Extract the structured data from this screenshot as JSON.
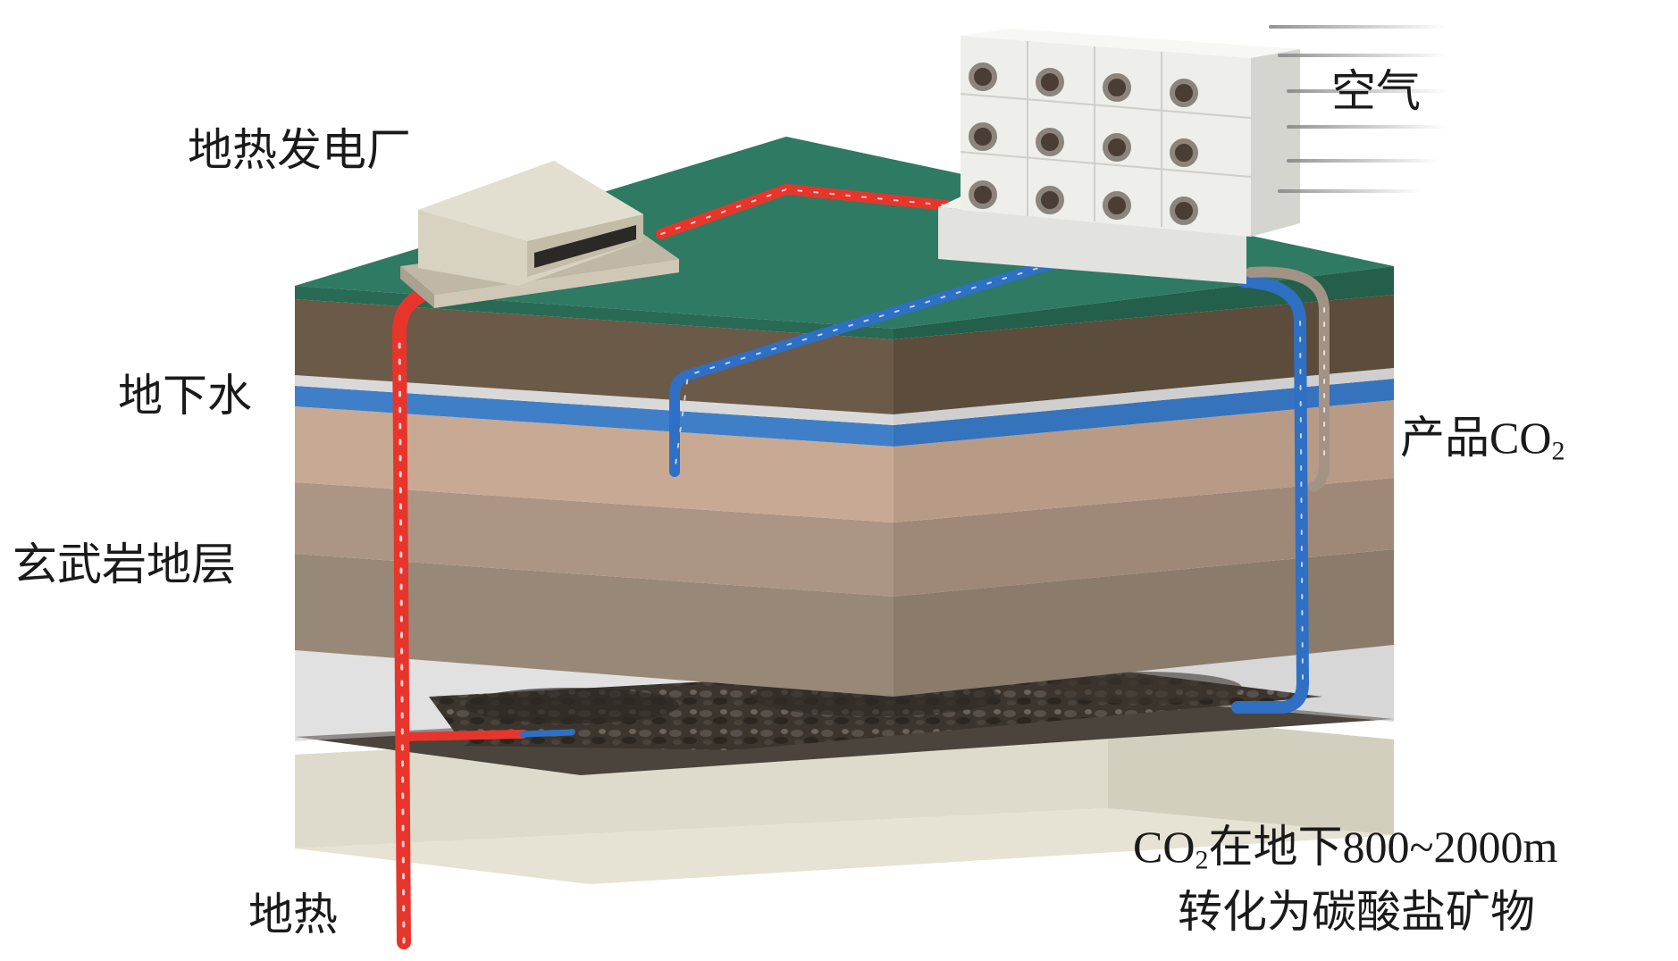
{
  "labels": {
    "plant": "地热发电厂",
    "air": "空气",
    "groundwater": "地下水",
    "product_co2_prefix": "产品CO",
    "product_co2_sub": "2",
    "basalt": "玄武岩地层",
    "geothermal": "地热",
    "mineral_co": "CO",
    "mineral_sub": "2",
    "mineral_rest": "在地下800~2000m",
    "mineral_line2": "转化为碳酸盐矿物"
  },
  "colors": {
    "hot_pipe": "#e8352c",
    "cold_pipe": "#2f6fc4",
    "product_pipe": "#a39385",
    "surface": "#2f7a62",
    "soil": "#6b5a48",
    "groundwater_band": "#3f7fc8",
    "basalt_light": "#c8a993",
    "basalt_mid": "#ad9585",
    "basalt_dark": "#978877",
    "rock_base": "#dedbcc"
  },
  "icons": {
    "plant": "geothermal-plant-building-icon",
    "capture": "direct-air-capture-fans-icon",
    "minerals": "carbonate-rock-rubble-icon"
  }
}
